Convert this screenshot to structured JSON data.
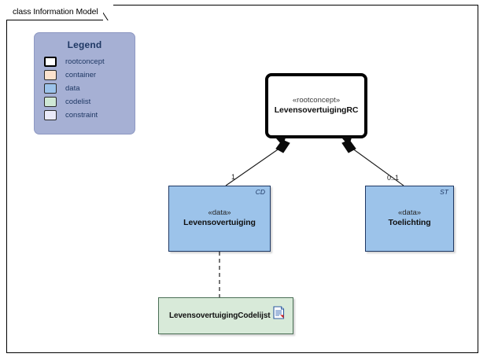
{
  "frame": {
    "title": "class Information Model"
  },
  "legend": {
    "title": "Legend",
    "items": [
      {
        "label": "rootconcept",
        "color": "#ffffff",
        "swatch": "rootconcept-swatch"
      },
      {
        "label": "container",
        "color": "#fbe2ce",
        "swatch": "container-swatch"
      },
      {
        "label": "data",
        "color": "#9cc3ea",
        "swatch": "data-swatch"
      },
      {
        "label": "codelist",
        "color": "#cfe8d5",
        "swatch": "codelist-swatch"
      },
      {
        "label": "constraint",
        "color": "#eaeaf8",
        "swatch": "constraint-swatch"
      }
    ]
  },
  "classes": {
    "rootconcept": {
      "stereotype": "«rootconcept»",
      "name": "LevensovertuigingRC",
      "corner_tag": ""
    },
    "levensovertuiging": {
      "stereotype": "«data»",
      "name": "Levensovertuiging",
      "corner_tag": "CD"
    },
    "toelichting": {
      "stereotype": "«data»",
      "name": "Toelichting",
      "corner_tag": "ST"
    },
    "codelijst": {
      "name": "LevensovertuigingCodelijst",
      "icon": "note-document-icon"
    }
  },
  "connectors": {
    "left_multiplicity": "1",
    "right_multiplicity": "0..1"
  },
  "colors": {
    "legend_background": "#a6b0d4",
    "legend_text": "#1f3864",
    "data_fill": "#9cc3ea",
    "data_border": "#1f3864",
    "codelist_fill": "#d8ead9",
    "codelist_border": "#4a6f55",
    "rootconcept_border": "#000000",
    "frame_border": "#000000"
  }
}
